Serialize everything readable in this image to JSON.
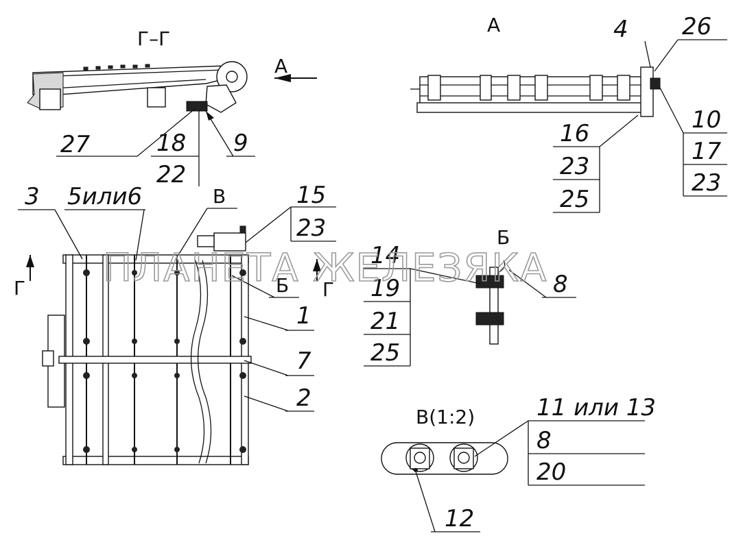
{
  "watermark": "ПЛАНЕТА ЖЕЛЕЗЯКА",
  "views": {
    "section_gg": "Г–Г",
    "view_a": "А",
    "view_b": "Б",
    "view_v": "В(1:2)",
    "arrow_a": "А",
    "cut_left": "Г",
    "cut_right": "Г",
    "mark_b_main": "Б",
    "mark_v_main": "В"
  },
  "callouts": {
    "p27": "27",
    "p18": "18",
    "p22": "22",
    "p9": "9",
    "p4": "4",
    "p26": "26",
    "p10": "10",
    "p17": "17",
    "p23_a": "23",
    "p16": "16",
    "p23_b": "23",
    "p25_a": "25",
    "p3": "3",
    "p5or6": "5или6",
    "p15": "15",
    "p23_c": "23",
    "p1": "1",
    "p7": "7",
    "p2": "2",
    "p14": "14",
    "p19": "19",
    "p21": "21",
    "p25_b": "25",
    "p8_b": "8",
    "p11or13": "11 или 13",
    "p8_v": "8",
    "p20": "20",
    "p12": "12"
  }
}
